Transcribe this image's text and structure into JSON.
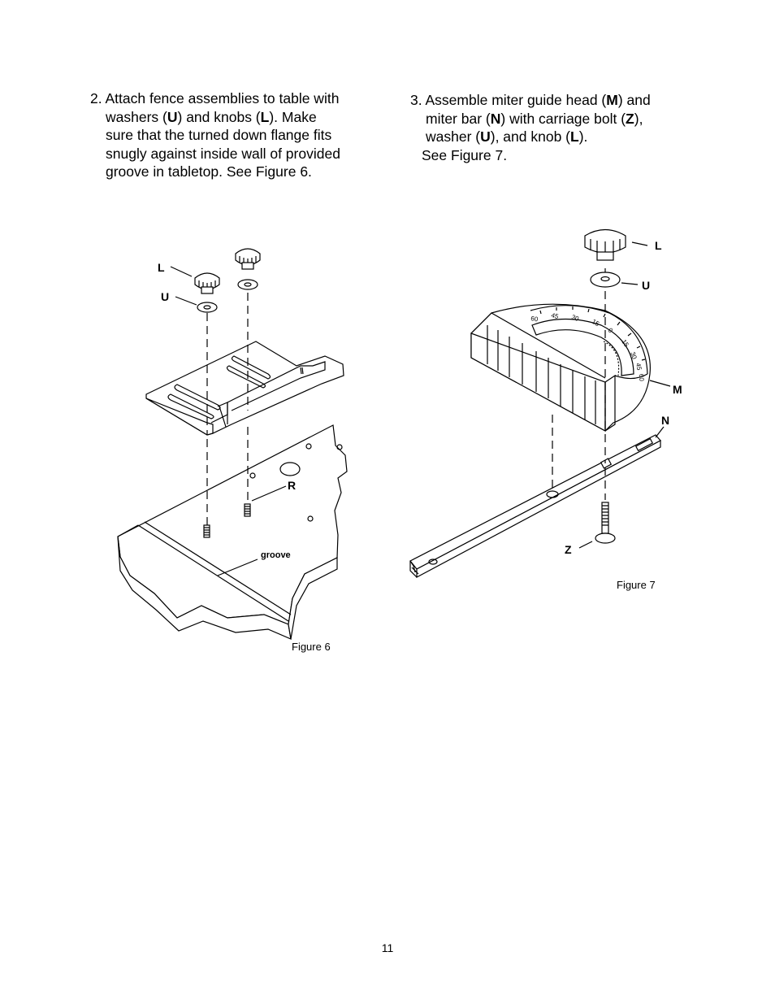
{
  "step2": {
    "lines": [
      [
        "2. Attach fence assemblies to table with"
      ],
      [
        "washers (",
        "U",
        ") and knobs (",
        "L",
        ").  Make"
      ],
      [
        "sure that the turned down flange fits"
      ],
      [
        "snugly against inside wall of provided"
      ],
      [
        "groove in tabletop.  See Figure 6."
      ]
    ]
  },
  "step3": {
    "lines": [
      [
        "3. Assemble miter guide head (",
        "M",
        ") and"
      ],
      [
        "miter bar (",
        "N",
        ") with carriage bolt (",
        "Z",
        "),"
      ],
      [
        "washer (",
        "U",
        "), and knob (",
        "L",
        ")."
      ],
      [
        "See Figure 7."
      ]
    ]
  },
  "figure6": {
    "caption": "Figure 6",
    "labels": {
      "knob": "L",
      "washer": "U",
      "stud": "R",
      "groove": "groove"
    }
  },
  "figure7": {
    "caption": "Figure 7",
    "labels": {
      "knob": "L",
      "washer": "U",
      "head": "M",
      "bar": "N",
      "bolt": "Z"
    },
    "scale_marks": [
      "60",
      "45",
      "30",
      "15",
      "0",
      "15",
      "30",
      "45",
      "60"
    ]
  },
  "page_number": "11"
}
